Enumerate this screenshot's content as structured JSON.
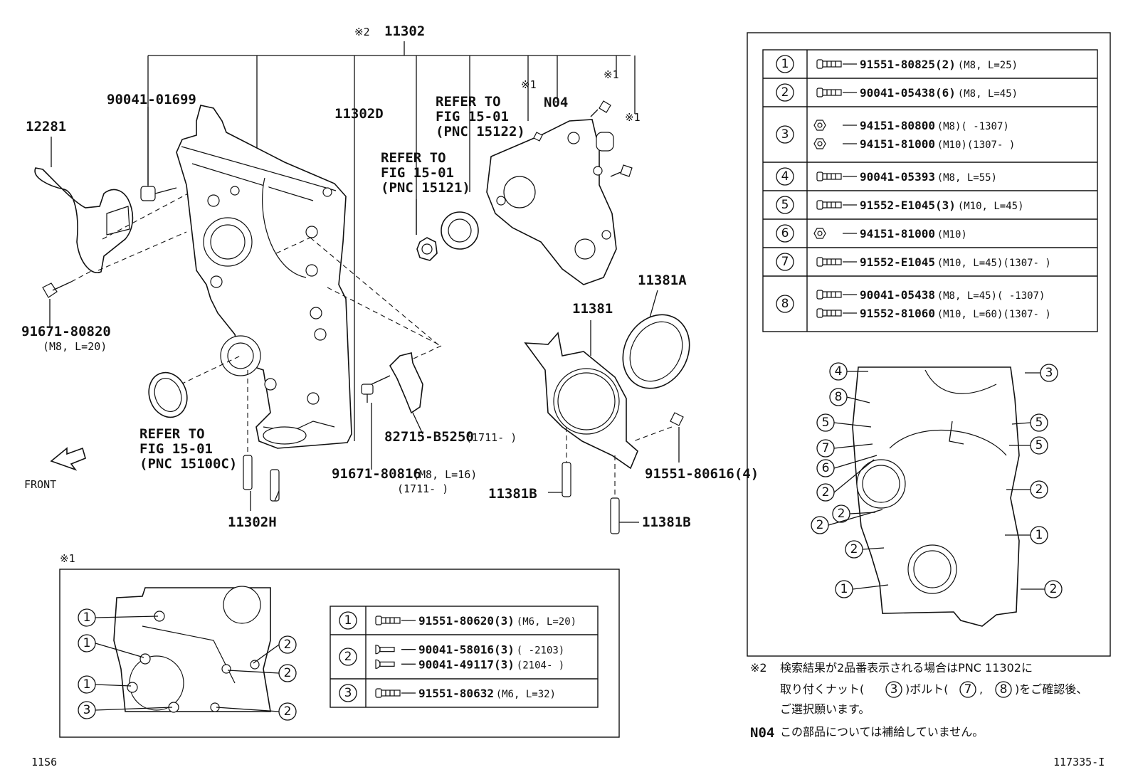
{
  "labels": {
    "main_pnc": "11302",
    "main_mark": "※2",
    "p90041_01699": "90041-01699",
    "p12281": "12281",
    "p11302d": "11302D",
    "ref_15122": [
      "REFER TO",
      "FIG 15-01",
      "(PNC 15122)"
    ],
    "ref_15121": [
      "REFER TO",
      "FIG 15-01",
      "(PNC 15121)"
    ],
    "n04": "N04",
    "mark1a": "※1",
    "mark1b": "※1",
    "mark1c": "※1",
    "p91671_80820": "91671-80820",
    "p91671_80820_spec": "(M8, L=20)",
    "ref_15100c": [
      "REFER TO",
      "FIG 15-01",
      "(PNC 15100C)"
    ],
    "front": "FRONT",
    "p11302h": "11302H",
    "p82715": "82715-B5250",
    "p82715_spec": "(1711-      )",
    "p91671_80816": "91671-80816",
    "p91671_80816_spec": "(M8, L=16)",
    "p91671_80816_spec2": "(1711-      )",
    "p11381": "11381",
    "p11381a": "11381A",
    "p11381b_1": "11381B",
    "p11381b_2": "11381B",
    "p91551_80616": "91551-80616(4)",
    "inset_mark": "※1",
    "footer_left": "11S6",
    "footer_right": "117335-I"
  },
  "right_table": [
    {
      "num": "1",
      "lines": [
        {
          "code": "91551-80825(2)",
          "spec": "(M8, L=25)",
          "type": "bolt"
        }
      ]
    },
    {
      "num": "2",
      "lines": [
        {
          "code": "90041-05438(6)",
          "spec": "(M8, L=45)",
          "type": "bolt"
        }
      ]
    },
    {
      "num": "3",
      "lines": [
        {
          "code": "94151-80800",
          "spec": "(M8)(       -1307)",
          "type": "nut"
        },
        {
          "code": "94151-81000",
          "spec": "(M10)(1307-       )",
          "type": "nut"
        }
      ]
    },
    {
      "num": "4",
      "lines": [
        {
          "code": "90041-05393",
          "spec": "(M8, L=55)",
          "type": "bolt"
        }
      ]
    },
    {
      "num": "5",
      "lines": [
        {
          "code": "91552-E1045(3)",
          "spec": "(M10, L=45)",
          "type": "bolt"
        }
      ]
    },
    {
      "num": "6",
      "lines": [
        {
          "code": "94151-81000",
          "spec": "(M10)",
          "type": "nut"
        }
      ]
    },
    {
      "num": "7",
      "lines": [
        {
          "code": "91552-E1045",
          "spec": "(M10, L=45)(1307-       )",
          "type": "bolt"
        }
      ]
    },
    {
      "num": "8",
      "lines": [
        {
          "code": "90041-05438",
          "spec": "(M8, L=45)(       -1307)",
          "type": "bolt"
        },
        {
          "code": "91552-81060",
          "spec": "(M10, L=60)(1307-       )",
          "type": "bolt"
        }
      ]
    }
  ],
  "inset_table": [
    {
      "num": "1",
      "lines": [
        {
          "code": "91551-80620(3)",
          "spec": "(M6, L=20)",
          "type": "bolt"
        }
      ]
    },
    {
      "num": "2",
      "lines": [
        {
          "code": "90041-58016(3)",
          "spec": "(       -2103)",
          "type": "screw"
        },
        {
          "code": "90041-49117(3)",
          "spec": "(2104-       )",
          "type": "screw"
        }
      ]
    },
    {
      "num": "3",
      "lines": [
        {
          "code": "91551-80632",
          "spec": "(M6, L=32)",
          "type": "bolt"
        }
      ]
    }
  ],
  "right_callouts": [
    "4",
    "8",
    "5",
    "7",
    "6",
    "2",
    "2",
    "2",
    "2",
    "3",
    "5",
    "5",
    "2",
    "1",
    "2",
    "1"
  ],
  "inset_callouts": [
    "1",
    "1",
    "1",
    "3",
    "2",
    "2",
    "2"
  ],
  "notes": {
    "note2_mark": "※2",
    "note2_line1": "検索結果が2品番表示される場合はPNC 11302に",
    "note2_line2a": "取り付くナット(",
    "note2_c3": "3",
    "note2_line2b": ")ボルト(",
    "note2_c7": "7",
    "note2_sep": ",",
    "note2_c8": "8",
    "note2_line2c": ")をご確認後、",
    "note2_line3": "ご選択願います。",
    "n04_mark": "N04",
    "n04_text": "この部品については補給していません。"
  }
}
